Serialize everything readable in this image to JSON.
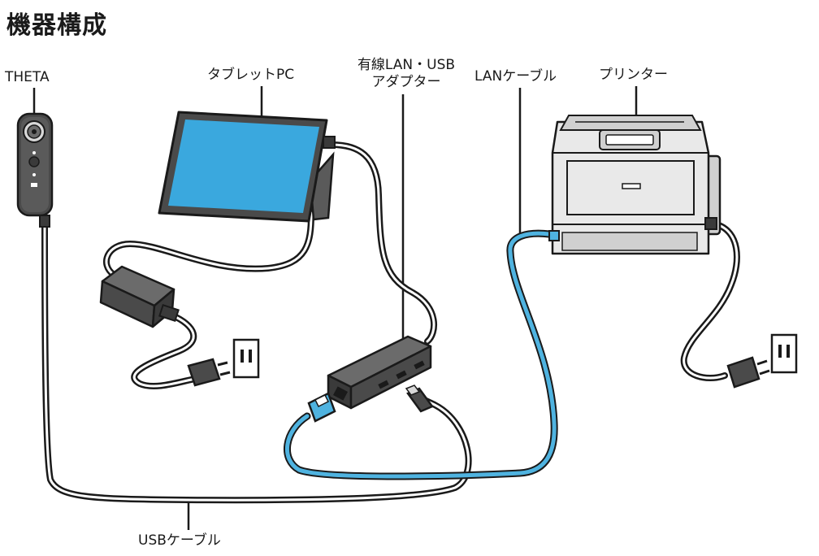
{
  "title": "機器構成",
  "labels": {
    "theta": "THETA",
    "tablet": "タブレットPC",
    "adapter_line1": "有線LAN・USB",
    "adapter_line2": "アダプター",
    "lan_cable": "LANケーブル",
    "printer": "プリンター",
    "usb_cable": "USBケーブル"
  },
  "colors": {
    "outline": "#1a1a1a",
    "screen": "#3aa8de",
    "lan_cable": "#4fb3e0",
    "device_dark": "#4a4a4a",
    "device_mid": "#6b6b6b",
    "printer_body": "#e9e9e9",
    "printer_shade": "#d0d0d0"
  }
}
